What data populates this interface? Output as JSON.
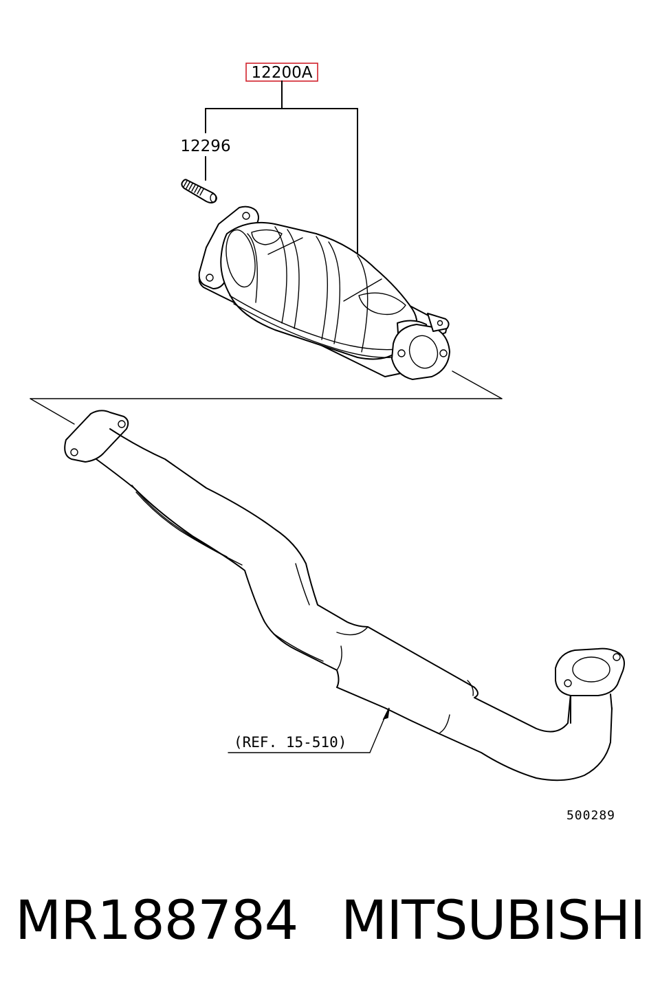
{
  "diagram": {
    "callouts": {
      "assembly_part": "12200A",
      "stud_part": "12296",
      "reference": "(REF. 15-510)",
      "figure_number": "500289"
    },
    "colors": {
      "highlight_box": "#d0202a",
      "line": "#000000",
      "background": "#ffffff"
    }
  },
  "footer": {
    "part_number": "MR188784",
    "brand": "MITSUBISHI"
  }
}
